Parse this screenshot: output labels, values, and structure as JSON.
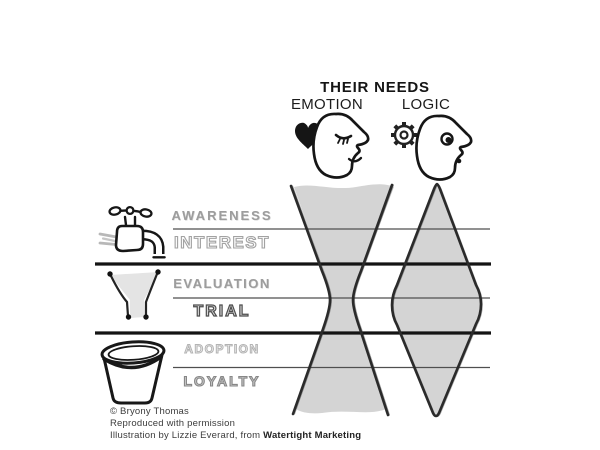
{
  "header": {
    "title": "THEIR NEEDS",
    "emotion_label": "EMOTION",
    "logic_label": "LOGIC"
  },
  "stages": [
    {
      "label": "AWARENESS"
    },
    {
      "label": "INTEREST"
    },
    {
      "label": "EVALUATION"
    },
    {
      "label": "TRIAL"
    },
    {
      "label": "ADOPTION"
    },
    {
      "label": "LOYALTY"
    }
  ],
  "icons": {
    "emotion": "heart-face-icon",
    "logic": "gear-face-icon",
    "awareness_interest": "tap-icon",
    "evaluation_trial": "funnel-icon",
    "adoption_loyalty": "bucket-icon"
  },
  "shapes": {
    "emotion_shape": "hourglass",
    "logic_shape": "diamond",
    "fill_color": "#d4d4d4",
    "outline_color": "#2b2b2b",
    "thin_line_color": "#4f4f4f",
    "thick_line_color": "#141414"
  },
  "footer": {
    "copyright": "© Bryony Thomas",
    "permission": "Reproduced with permission",
    "credit_prefix": "Illustration by Lizzie Everard, from ",
    "book_title": "Watertight Marketing"
  }
}
